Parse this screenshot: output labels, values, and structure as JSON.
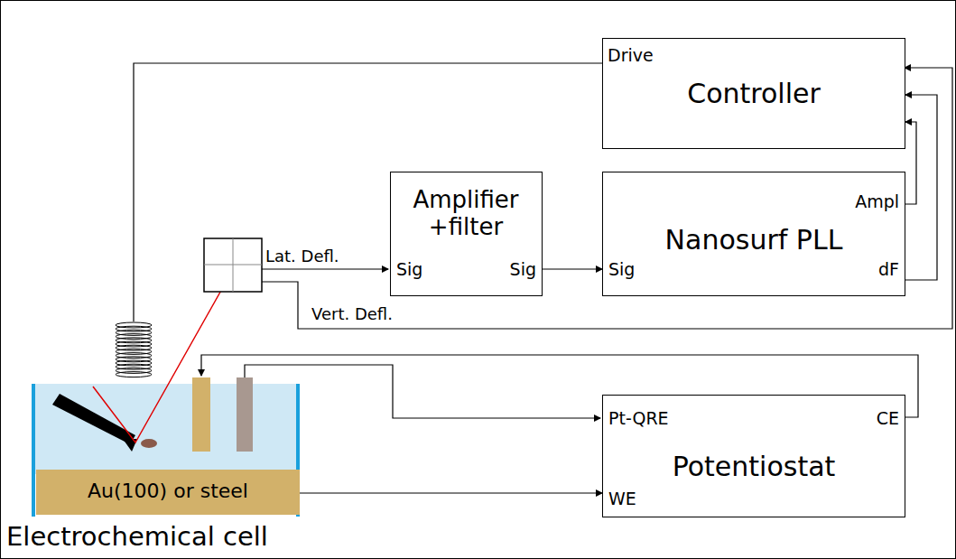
{
  "diagram": {
    "nodes": [
      {
        "text": [
          "Drive",
          "Controller"
        ]
      },
      {
        "text": [
          "Amplifier +filter",
          "Sig",
          "Sig"
        ]
      },
      {
        "text": [
          "Nanosurf PLL",
          "Sig",
          "Ampl",
          "dF"
        ]
      },
      {
        "text": [
          "Au(100) or steel"
        ]
      },
      {
        "text": [
          "Pt-QRE",
          "CE",
          "Potentiostat",
          "WE"
        ]
      }
    ],
    "edges": [
      {
        "from": 1,
        "to": 2,
        "arrow": "to"
      },
      {
        "from": 2,
        "to": 0,
        "arrow": "to"
      },
      {
        "from": 2,
        "to": 0,
        "arrow": "to"
      },
      {
        "from": 3,
        "to": 4,
        "arrow": "to"
      }
    ],
    "labels": [
      "Lat. Defl.",
      "Vert. Defl.",
      "Electrochemical cell"
    ]
  }
}
